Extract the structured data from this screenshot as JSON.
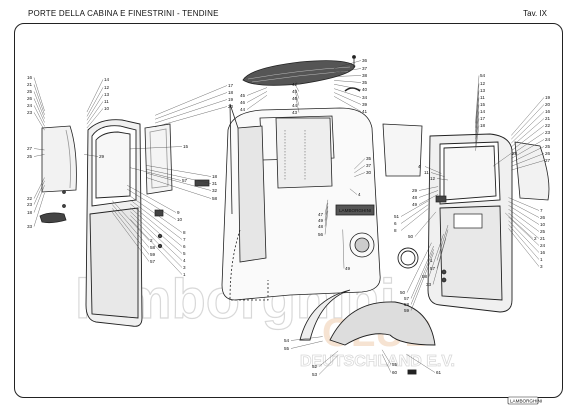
{
  "header": {
    "title": "PORTE DELLA CABINA E FINESTRINI - TENDINE",
    "plate": "Tav. IX"
  },
  "watermark": {
    "brand": "lamborghini",
    "club_word": "CLUB",
    "club_line": "DEUTSCHLAND E.V."
  },
  "footer": {
    "logo_text": "LAMBORGHINI"
  },
  "callouts": {
    "left_door": [
      "16",
      "21",
      "25",
      "26",
      "24",
      "23",
      "27",
      "25",
      "22",
      "23",
      "18",
      "33",
      "14",
      "12",
      "13",
      "11",
      "10",
      "15",
      "29",
      "17",
      "18",
      "19",
      "20",
      "18",
      "31",
      "32",
      "57",
      "58",
      "9",
      "10",
      "8",
      "7",
      "6",
      "5",
      "4",
      "3",
      "1",
      "2",
      "58",
      "59",
      "57"
    ],
    "roof": [
      "36",
      "37",
      "38",
      "35",
      "40",
      "34",
      "39",
      "41",
      "42",
      "45",
      "46",
      "44",
      "43",
      "45",
      "46",
      "44"
    ],
    "cab": [
      "35",
      "37",
      "30",
      "4",
      "47",
      "49",
      "48",
      "56",
      "49"
    ],
    "right_door": [
      "54",
      "12",
      "13",
      "11",
      "15",
      "14",
      "17",
      "18",
      "19",
      "20",
      "16",
      "21",
      "22",
      "23",
      "24",
      "25",
      "26",
      "27",
      "28",
      "29",
      "48",
      "49",
      "50",
      "51",
      "6",
      "8",
      "7",
      "26",
      "10",
      "25",
      "21",
      "24",
      "16",
      "1",
      "3",
      "2",
      "4",
      "11",
      "12",
      "1",
      "57",
      "58",
      "33",
      "50",
      "57",
      "58",
      "59"
    ],
    "fender": [
      "54",
      "55",
      "52",
      "53",
      "55",
      "60",
      "61"
    ]
  }
}
